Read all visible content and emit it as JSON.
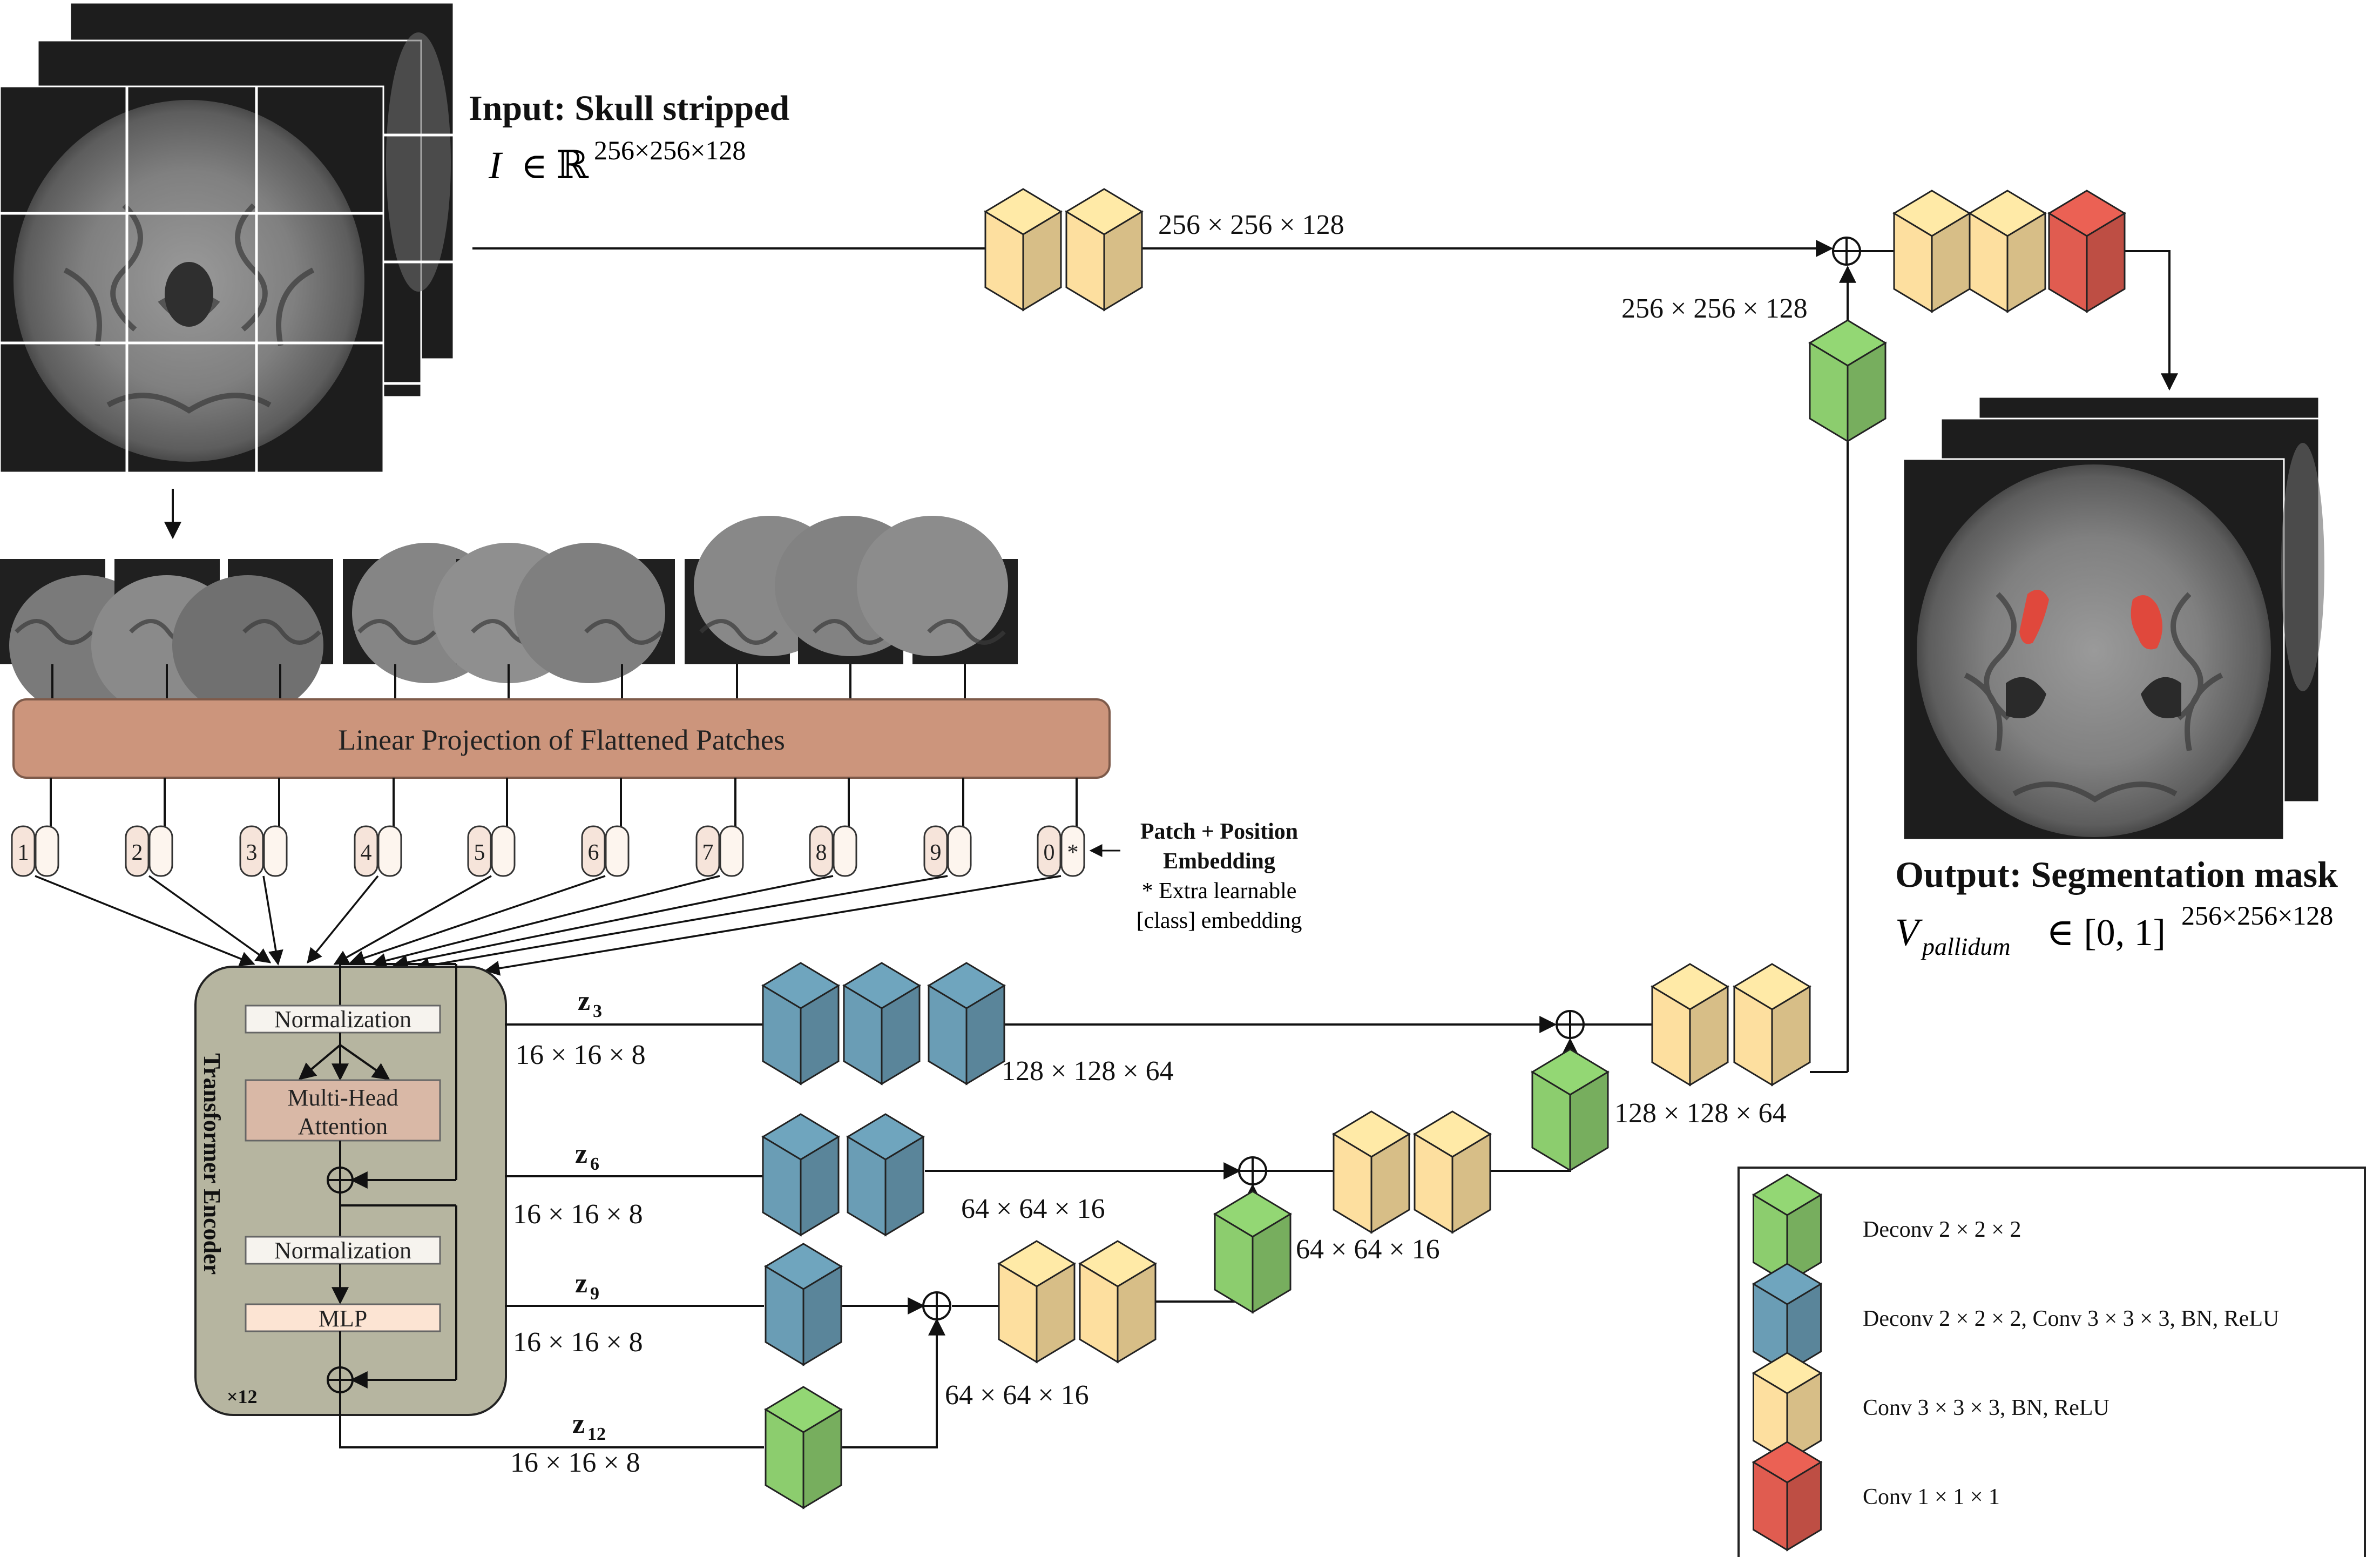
{
  "input": {
    "title": "Input: Skull stripped",
    "formula_I": "I",
    "formula_in": "∈",
    "formula_R": "ℝ",
    "formula_sup": "256×256×128"
  },
  "output": {
    "title": "Output: Segmentation mask",
    "formula_V": "V",
    "formula_sub": "pallidum",
    "formula_set": "∈ [0, 1]",
    "formula_sup": "256×256×128"
  },
  "projection_label": "Linear Projection of Flattened Patches",
  "tokens": [
    "1",
    "2",
    "3",
    "4",
    "5",
    "6",
    "7",
    "8",
    "9",
    "0"
  ],
  "class_token": "*",
  "embedding_note": {
    "line1": "Patch + Position",
    "line2": "Embedding",
    "line3": "* Extra learnable",
    "line4": "[class] embedding"
  },
  "encoder": {
    "title": "Transformer Encoder",
    "norm1": "Normalization",
    "mha_line1": "Multi-Head",
    "mha_line2": "Attention",
    "norm2": "Normalization",
    "mlp": "MLP",
    "repeat": "×12"
  },
  "skips": {
    "z3": {
      "name": "z",
      "sub": "3",
      "dim": "16 × 16 × 8"
    },
    "z6": {
      "name": "z",
      "sub": "6",
      "dim": "16 × 16 × 8"
    },
    "z9": {
      "name": "z",
      "sub": "9",
      "dim": "16 × 16 × 8"
    },
    "z12": {
      "name": "z",
      "sub": "12",
      "dim": "16 × 16 × 8"
    }
  },
  "dims": {
    "top_path": "256 × 256 × 128",
    "top_up": "256 × 256 × 128",
    "z3_path": "128 × 128 × 64",
    "z3_up": "128 × 128 × 64",
    "z6_path": "64 × 64 × 16",
    "z6_up": "64 × 64 × 16",
    "z12_up": "64 × 64 × 16"
  },
  "legend": [
    {
      "color": "#8ccd6e",
      "label": "Deconv 2 × 2 × 2"
    },
    {
      "color": "#6a9db5",
      "label": "Deconv 2 × 2 × 2, Conv 3 × 3 × 3, BN, ReLU"
    },
    {
      "color": "#fddf9f",
      "label": "Conv 3 × 3 × 3, BN, ReLU"
    },
    {
      "color": "#e05c50",
      "label": "Conv 1 × 1 × 1"
    }
  ],
  "colors": {
    "green": "#8ccd6e",
    "blue": "#6a9db5",
    "yellow": "#fddf9f",
    "red": "#e05c50",
    "projection": "#cc957c",
    "encoder": "#b6b5a0",
    "token": "#f6e4da",
    "mha": "#d9b8a6",
    "mlp": "#fce4d3"
  }
}
